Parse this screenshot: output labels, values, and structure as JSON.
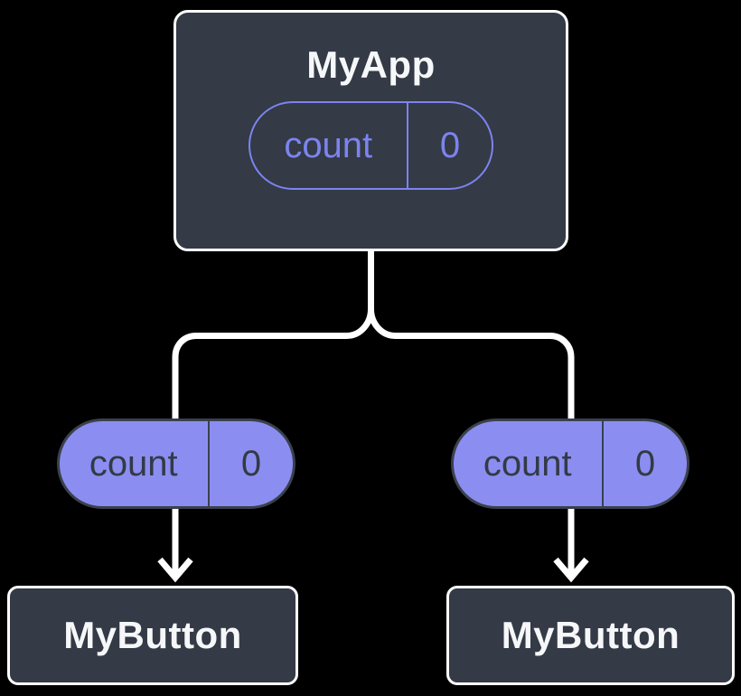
{
  "diagram": {
    "root": {
      "title": "MyApp",
      "state": {
        "label": "count",
        "value": "0"
      }
    },
    "children": [
      {
        "prop": {
          "label": "count",
          "value": "0"
        },
        "title": "MyButton"
      },
      {
        "prop": {
          "label": "count",
          "value": "0"
        },
        "title": "MyButton"
      }
    ],
    "colors": {
      "background": "#000000",
      "card_fill": "#343a46",
      "card_border": "#ffffff",
      "accent_purple": "#7c84ee",
      "pill_fill": "#8b8ef0",
      "pill_border_dark": "#3a414d",
      "pill_text_dark": "#333a46",
      "connector_line": "#ffffff",
      "title_text": "#f6f7f9"
    }
  }
}
